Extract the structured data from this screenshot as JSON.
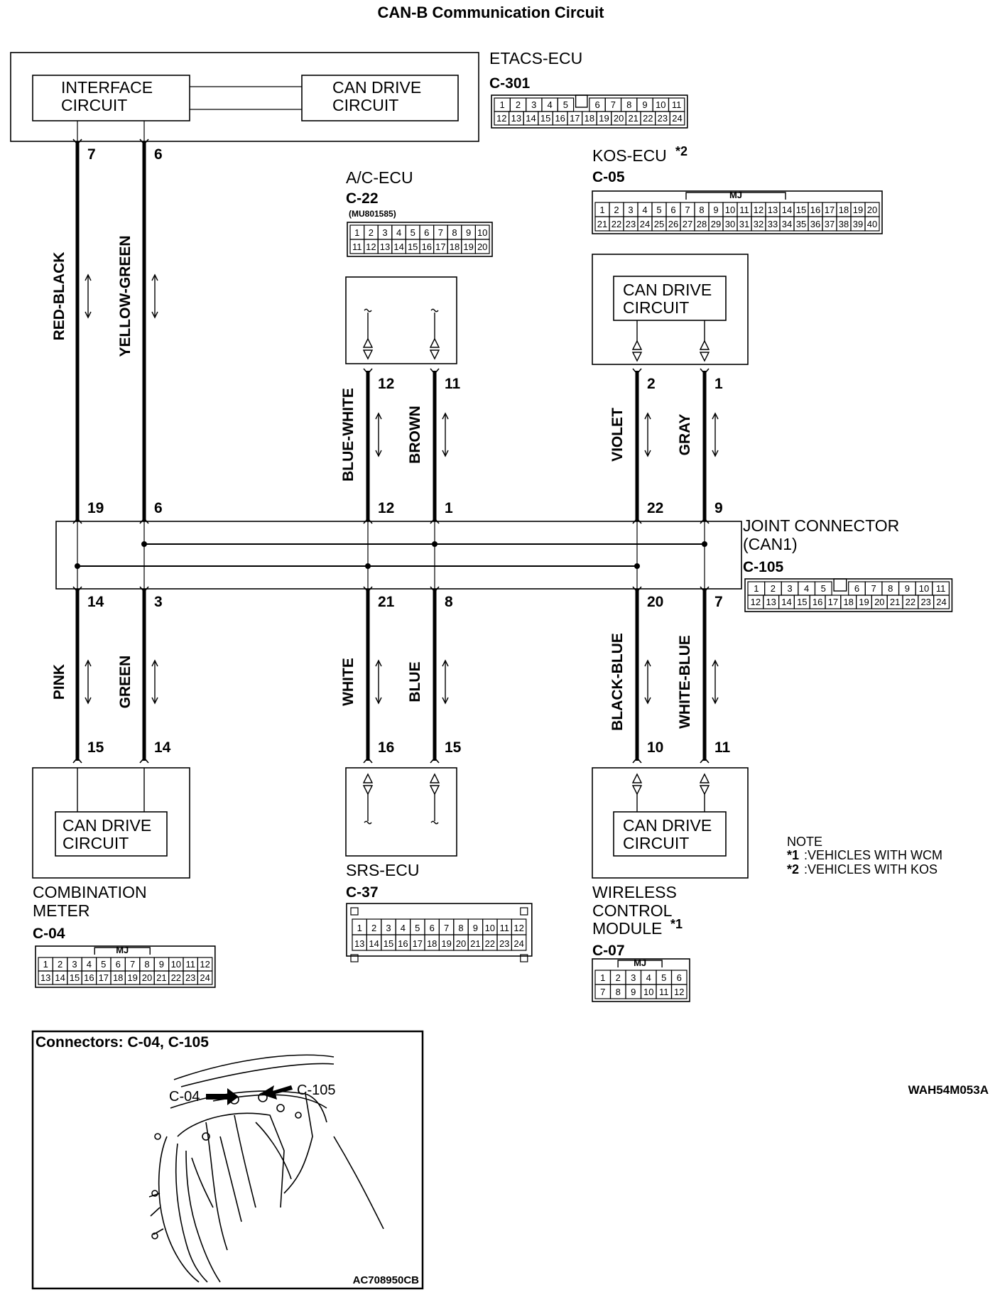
{
  "title": "CAN-B Communication Circuit",
  "etacs": {
    "name": "ETACS-ECU",
    "connector": "C-301",
    "interface_label": [
      "INTERFACE",
      "CIRCUIT"
    ],
    "drive_label": [
      "CAN DRIVE",
      "CIRCUIT"
    ],
    "pins_top": [
      "1",
      "2",
      "3",
      "4",
      "5",
      "",
      "6",
      "7",
      "8",
      "9",
      "10",
      "11"
    ],
    "pins_bottom": [
      "12",
      "13",
      "14",
      "15",
      "16",
      "17",
      "18",
      "19",
      "20",
      "21",
      "22",
      "23",
      "24"
    ]
  },
  "ac_ecu": {
    "name": "A/C-ECU",
    "connector": "C-22",
    "part_no": "(MU801585)",
    "pins_top": [
      "1",
      "2",
      "3",
      "4",
      "5",
      "6",
      "7",
      "8",
      "9",
      "10"
    ],
    "pins_bottom": [
      "11",
      "12",
      "13",
      "14",
      "15",
      "16",
      "17",
      "18",
      "19",
      "20"
    ]
  },
  "kos_ecu": {
    "name": "KOS-ECU",
    "mark": "*2",
    "connector": "C-05",
    "mj": "MJ",
    "drive_label": [
      "CAN DRIVE",
      "CIRCUIT"
    ],
    "pins_top": [
      "1",
      "2",
      "3",
      "4",
      "5",
      "6",
      "7",
      "8",
      "9",
      "10",
      "11",
      "12",
      "13",
      "14",
      "15",
      "16",
      "17",
      "18",
      "19",
      "20"
    ],
    "pins_bottom": [
      "21",
      "22",
      "23",
      "24",
      "25",
      "26",
      "27",
      "28",
      "29",
      "30",
      "31",
      "32",
      "33",
      "34",
      "35",
      "36",
      "37",
      "38",
      "39",
      "40"
    ]
  },
  "joint": {
    "name": [
      "JOINT CONNECTOR",
      "(CAN1)"
    ],
    "connector": "C-105",
    "pins_top": [
      "1",
      "2",
      "3",
      "4",
      "5",
      "",
      "6",
      "7",
      "8",
      "9",
      "10",
      "11"
    ],
    "pins_bottom": [
      "12",
      "13",
      "14",
      "15",
      "16",
      "17",
      "18",
      "19",
      "20",
      "21",
      "22",
      "23",
      "24"
    ]
  },
  "combo": {
    "name": [
      "COMBINATION",
      "METER"
    ],
    "connector": "C-04",
    "mj": "MJ",
    "drive_label": [
      "CAN DRIVE",
      "CIRCUIT"
    ],
    "pins_top": [
      "1",
      "2",
      "3",
      "4",
      "5",
      "6",
      "7",
      "8",
      "9",
      "10",
      "11",
      "12"
    ],
    "pins_bottom": [
      "13",
      "14",
      "15",
      "16",
      "17",
      "18",
      "19",
      "20",
      "21",
      "22",
      "23",
      "24"
    ]
  },
  "srs": {
    "name": "SRS-ECU",
    "connector": "C-37",
    "pins_top": [
      "1",
      "2",
      "3",
      "4",
      "5",
      "6",
      "7",
      "8",
      "9",
      "10",
      "11",
      "12"
    ],
    "pins_bottom": [
      "13",
      "14",
      "15",
      "16",
      "17",
      "18",
      "19",
      "20",
      "21",
      "22",
      "23",
      "24"
    ]
  },
  "wcm": {
    "name": [
      "WIRELESS",
      "CONTROL",
      "MODULE"
    ],
    "mark": "*1",
    "connector": "C-07",
    "mj": "MJ",
    "drive_label": [
      "CAN DRIVE",
      "CIRCUIT"
    ],
    "pins_top": [
      "1",
      "2",
      "3",
      "4",
      "5",
      "6"
    ],
    "pins_bottom": [
      "7",
      "8",
      "9",
      "10",
      "11",
      "12"
    ]
  },
  "wires": {
    "etacs_low": {
      "color": "RED-BLACK",
      "pin_ecu": "7",
      "pin_joint": "19"
    },
    "etacs_high": {
      "color": "YELLOW-GREEN",
      "pin_ecu": "6",
      "pin_joint": "6"
    },
    "ac_low": {
      "color": "BLUE-WHITE",
      "pin_ecu": "12",
      "pin_joint": "12"
    },
    "ac_high": {
      "color": "BROWN",
      "pin_ecu": "11",
      "pin_joint": "1"
    },
    "kos_low": {
      "color": "VIOLET",
      "pin_ecu": "2",
      "pin_joint": "22"
    },
    "kos_high": {
      "color": "GRAY",
      "pin_ecu": "1",
      "pin_joint": "9"
    },
    "combo_low": {
      "color": "PINK",
      "pin_joint": "14",
      "pin_ecu": "15"
    },
    "combo_high": {
      "color": "GREEN",
      "pin_joint": "3",
      "pin_ecu": "14"
    },
    "srs_low": {
      "color": "WHITE",
      "pin_joint": "21",
      "pin_ecu": "16"
    },
    "srs_high": {
      "color": "BLUE",
      "pin_joint": "8",
      "pin_ecu": "15"
    },
    "wcm_low": {
      "color": "BLACK-BLUE",
      "pin_joint": "20",
      "pin_ecu": "10"
    },
    "wcm_high": {
      "color": "WHITE-BLUE",
      "pin_joint": "7",
      "pin_ecu": "11"
    }
  },
  "note": {
    "title": "NOTE",
    "items": [
      {
        "mark": "*1",
        "text": ":VEHICLES WITH WCM"
      },
      {
        "mark": "*2",
        "text": ":VEHICLES WITH KOS"
      }
    ]
  },
  "figure_code": "WAH54M053A",
  "inset": {
    "title": "Connectors: C-04, C-105",
    "label_left": "C-04",
    "label_right": "C-105",
    "code": "AC708950CB"
  }
}
